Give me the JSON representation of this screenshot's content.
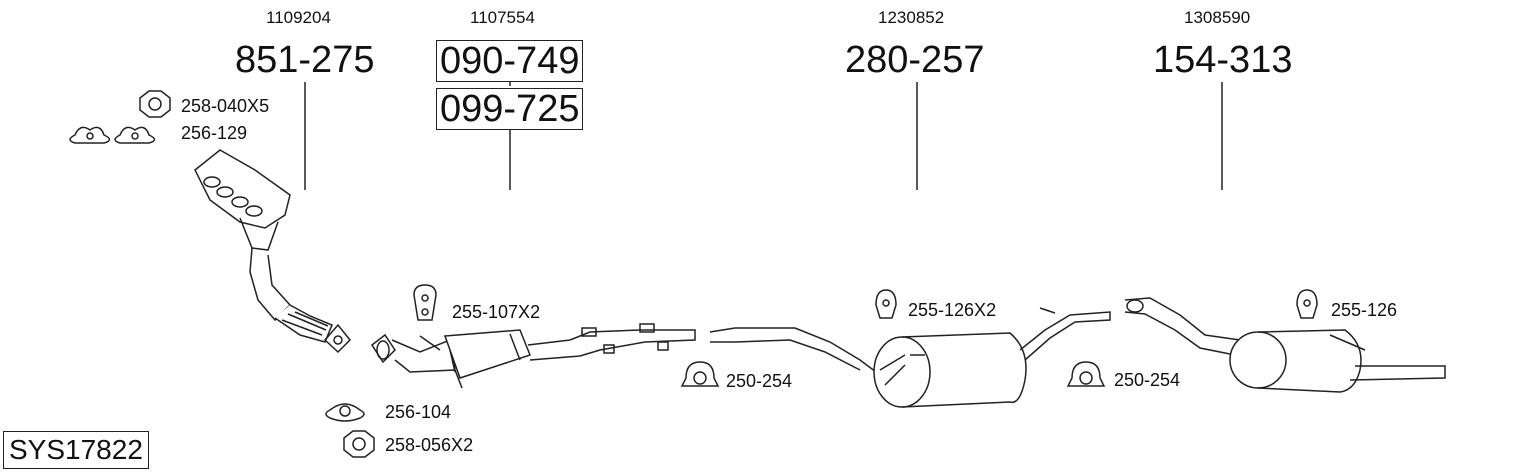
{
  "groups": [
    {
      "oe": "1109204",
      "parts": [
        "851-275"
      ]
    },
    {
      "oe": "1107554",
      "parts": [
        "090-749",
        "099-725"
      ]
    },
    {
      "oe": "1230852",
      "parts": [
        "280-257"
      ]
    },
    {
      "oe": "1308590",
      "parts": [
        "154-313"
      ]
    }
  ],
  "accessories": {
    "nut_top": "258-040X5",
    "gasket_manifold": "256-129",
    "gasket_flange": "256-104",
    "nut_bottom": "258-056X2",
    "hanger_front": "255-107X2",
    "clamp_left": "250-254",
    "hanger_mid": "255-126X2",
    "clamp_right": "250-254",
    "hanger_rear": "255-126"
  },
  "system_code": "SYS17822"
}
